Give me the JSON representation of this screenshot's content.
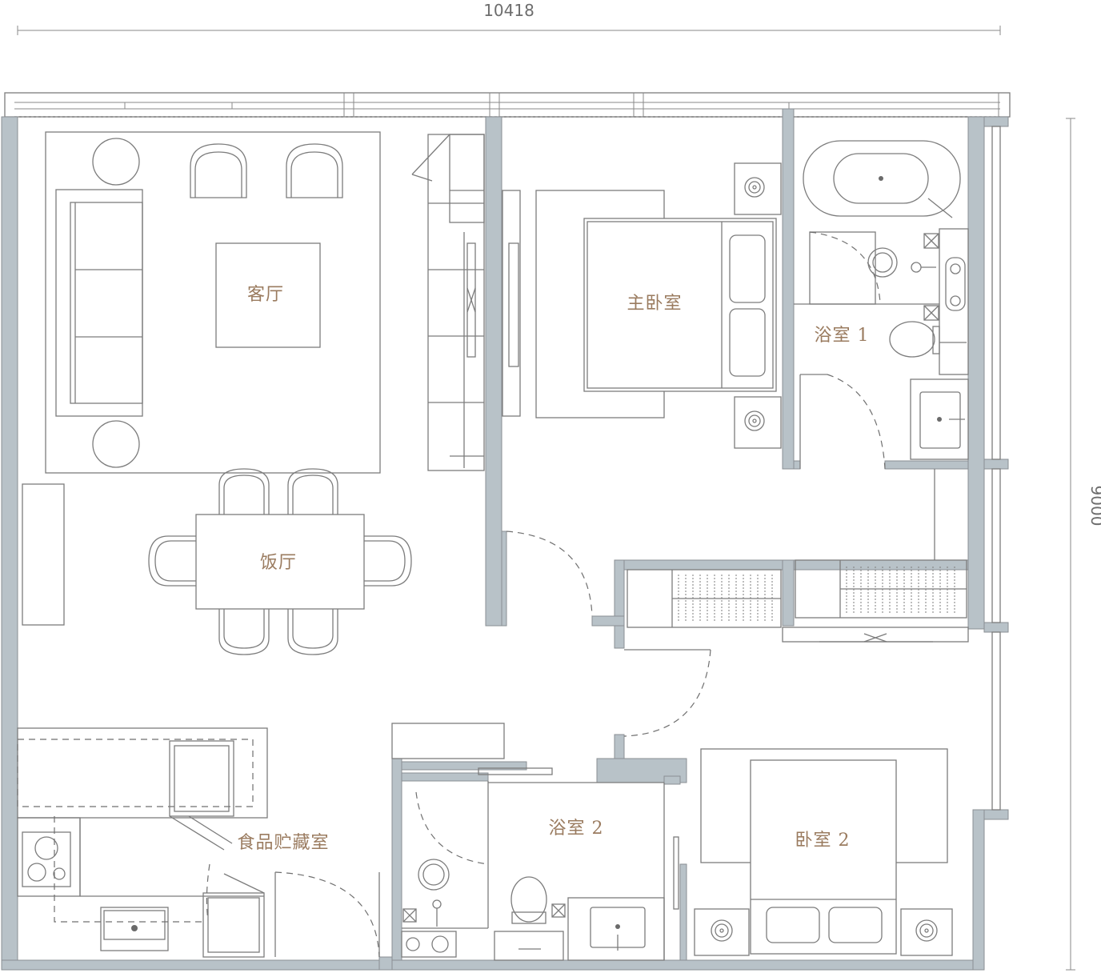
{
  "dimensions": {
    "width": "10418",
    "height": "9000"
  },
  "rooms": {
    "living_room": "客厅",
    "dining_room": "饭厅",
    "master_bedroom": "主卧室",
    "bathroom_1": "浴室 1",
    "bathroom_2": "浴室 2",
    "bedroom_2": "卧室 2",
    "pantry": "食品贮藏室"
  },
  "colors": {
    "wall": "#b8c2c8",
    "linework": "#7c7c7c",
    "room_label": "#9a7b5f"
  }
}
